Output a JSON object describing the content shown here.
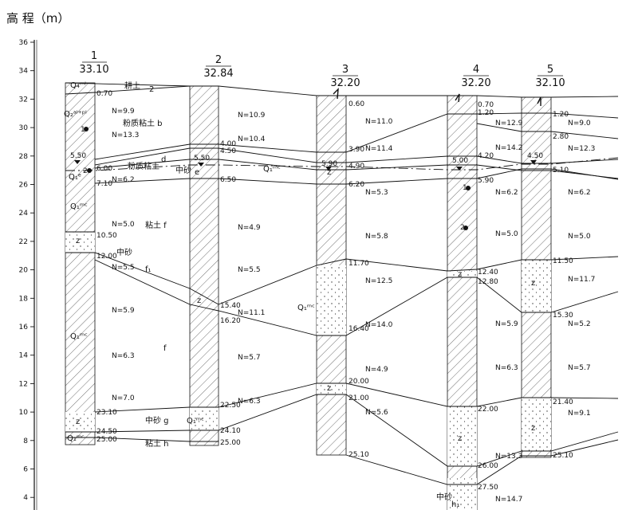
{
  "title": "高 程（m）",
  "axis": {
    "ticks": [
      "36",
      "34",
      "32",
      "30",
      "28",
      "26",
      "24",
      "22",
      "20",
      "18",
      "16",
      "14",
      "12",
      "10",
      "8",
      "6",
      "4"
    ]
  },
  "boreholes": [
    {
      "id": "1",
      "elev": "33.10"
    },
    {
      "id": "2",
      "elev": "32.84"
    },
    {
      "id": "3",
      "elev": "32.20"
    },
    {
      "id": "4",
      "elev": "32.20"
    },
    {
      "id": "5",
      "elev": "32.10"
    }
  ],
  "depths": {
    "bh1": [
      "0.70",
      "5.50",
      "6.00",
      "7.10",
      "10.50",
      "12.00",
      "23.10",
      "24.50",
      "25.00"
    ],
    "bh2": [
      "4.00",
      "4.50",
      "5.50",
      "6.50",
      "15.40",
      "16.20",
      "22.50",
      "24.10",
      "25.00"
    ],
    "bh3": [
      "0.60",
      "3.90",
      "4.90",
      "5.90",
      "6.20",
      "11.70",
      "16.40",
      "20.00",
      "21.00",
      "25.10"
    ],
    "bh4": [
      "0.70",
      "1.20",
      "4.20",
      "5.00",
      "5.90",
      "12.40",
      "12.80",
      "22.00",
      "26.00",
      "27.50"
    ],
    "bh5": [
      "1.20",
      "2.80",
      "4.50",
      "5.10",
      "11.50",
      "15.30",
      "21.40",
      "25.10"
    ]
  },
  "n_values": {
    "bh1": [
      "N=9.9",
      "N=13.3",
      "N=6.2",
      "N=5.0",
      "N=5.5",
      "N=5.9",
      "N=6.3",
      "N=7.0"
    ],
    "bh2": [
      "N=10.9",
      "N=10.4",
      "N=4.9",
      "N=5.5",
      "N=11.1",
      "N=5.7",
      "N=6.3"
    ],
    "bh3": [
      "N=11.0",
      "N=11.4",
      "N=5.3",
      "N=5.8",
      "N=12.5",
      "N=14.0",
      "N=4.9",
      "N=5.6"
    ],
    "bh4": [
      "N=12.9",
      "N=14.2",
      "N=6.2",
      "N=5.0",
      "N=5.9",
      "N=6.3",
      "N=13.3",
      "N=14.7"
    ],
    "bh5": [
      "N=9.0",
      "N=12.3",
      "N=6.2",
      "N=5.0",
      "N=11.7",
      "N=5.2",
      "N=5.7",
      "N=9.1"
    ]
  },
  "layer_labels": {
    "fill": "耕土",
    "silty_clay_b": "粉质粘土 b",
    "silty_clay_d": "粉质粘土",
    "d": "d",
    "medium_sand_e": "中砂",
    "e": "e",
    "clay_f": "粘土 f",
    "medium_sand": "中砂",
    "f1": "f₁",
    "clay_f2": "f",
    "medium_sand_g": "中砂 g",
    "clay_h": "粘土 h",
    "medium_sand_h": "中砂",
    "h1": "h₁",
    "mark_2": "2",
    "mark_z": "z"
  },
  "geo_codes": {
    "q4ml": "Q₄ᵐˡ",
    "q2alpl": "Q₂ᵃˡ⁺ᵖˡ",
    "q1e": "Q₁ᵉ",
    "q1mc": "Q₁ᵐᶜ",
    "q1mcz": "Q₁ᵐᶜ",
    "z": "z"
  },
  "markers": [
    "1",
    "2",
    "1",
    "2"
  ]
}
